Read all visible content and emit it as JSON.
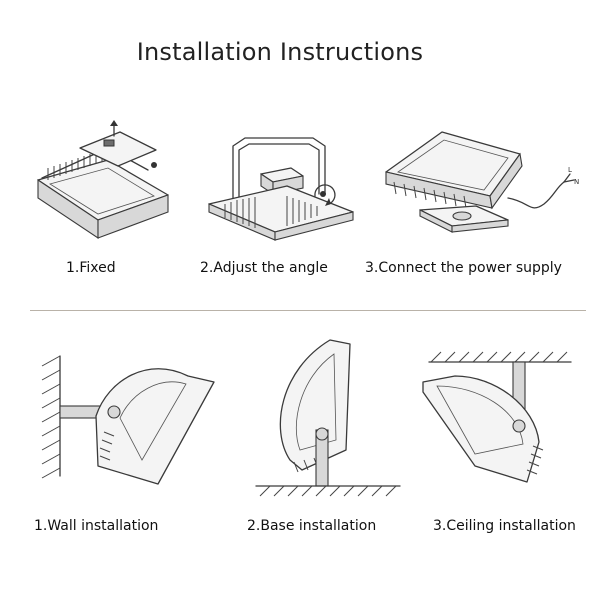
{
  "page": {
    "title": "Installation Instructions"
  },
  "steps_top": [
    {
      "label": "1.Fixed"
    },
    {
      "label": "2.Adjust the angle"
    },
    {
      "label": "3.Connect the power supply"
    }
  ],
  "steps_bottom": [
    {
      "label": "1.Wall installation"
    },
    {
      "label": "2.Base installation"
    },
    {
      "label": "3.Ceiling installation"
    }
  ],
  "wire_labels": {
    "l": "L",
    "n": "N"
  }
}
